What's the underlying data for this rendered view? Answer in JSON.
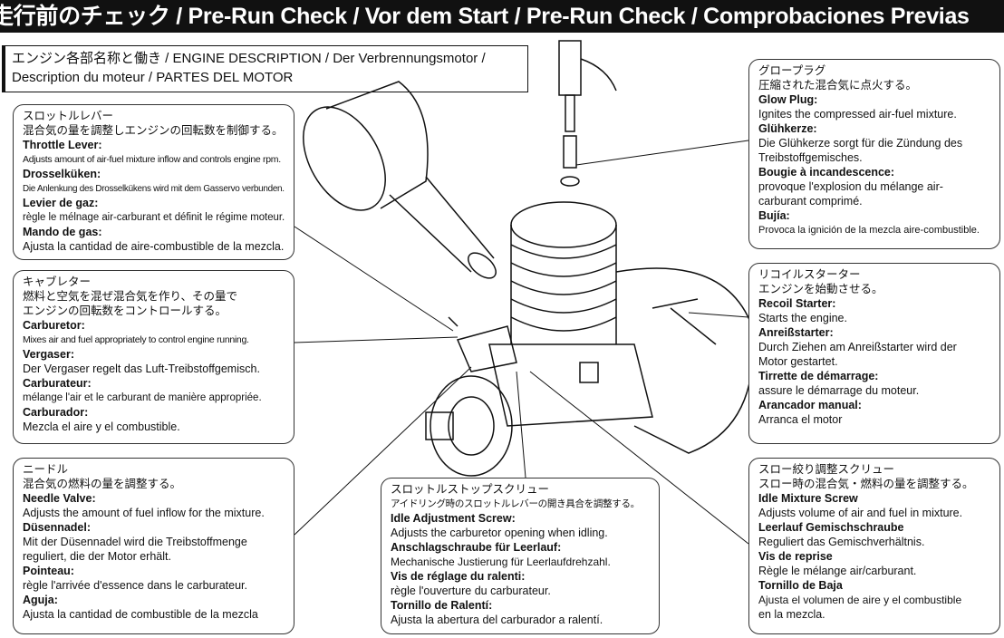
{
  "header": {
    "title": "走行前のチェック / Pre-Run Check / Vor dem Start / Pre-Run Check / Comprobaciones Previas"
  },
  "section": {
    "line1": "エンジン各部名称と働き /  ENGINE DESCRIPTION / Der Verbrennungsmotor /",
    "line2": "Description du moteur / PARTES DEL MOTOR"
  },
  "throttle": {
    "jp_name": "スロットルレバー",
    "jp_desc": "混合気の量を調整しエンジンの回転数を制御する。",
    "en_name": "Throttle Lever:",
    "en_desc": "Adjusts amount of air-fuel mixture inflow and controls engine rpm.",
    "de_name": "Drosselküken:",
    "de_desc": "Die Anlenkung des Drosselkükens wird mit dem Gasservo verbunden.",
    "fr_name": "Levier de gaz:",
    "fr_desc": "règle le mélnage air-carburant et définit le régime moteur.",
    "es_name": "Mando de gas:",
    "es_desc": "Ajusta la cantidad de aire-combustible de la mezcla."
  },
  "carburetor": {
    "jp_name": "キャブレター",
    "jp_desc1": "燃料と空気を混ぜ混合気を作り、その量で",
    "jp_desc2": "エンジンの回転数をコントロールする。",
    "en_name": "Carburetor:",
    "en_desc": "Mixes air and fuel appropriately to control engine running.",
    "de_name": "Vergaser:",
    "de_desc": "Der Vergaser regelt das Luft-Treibstoffgemisch.",
    "fr_name": "Carburateur:",
    "fr_desc": "mélange l'air et le carburant de manière appropriée.",
    "es_name": "Carburador:",
    "es_desc": "Mezcla el aire y el combustible."
  },
  "needle": {
    "jp_name": "ニードル",
    "jp_desc": "混合気の燃料の量を調整する。",
    "en_name": "Needle Valve:",
    "en_desc": "Adjusts the amount of fuel inflow for the mixture.",
    "de_name": "Düsennadel:",
    "de_desc1": "Mit der Düsennadel wird die Treibstoffmenge",
    "de_desc2": "reguliert, die der Motor erhält.",
    "fr_name": "Pointeau:",
    "fr_desc": "règle l'arrivée d'essence dans le carburateur.",
    "es_name": "Aguja:",
    "es_desc": "Ajusta la cantidad de combustible de la mezcla"
  },
  "glow": {
    "jp_name": "グロープラグ",
    "jp_desc": "圧縮された混合気に点火する。",
    "en_name": "Glow Plug:",
    "en_desc": "Ignites the compressed air-fuel mixture.",
    "de_name": "Glühkerze:",
    "de_desc1": "Die Glühkerze sorgt für die Zündung des",
    "de_desc2": "Treibstoffgemisches.",
    "fr_name": "Bougie à incandescence:",
    "fr_desc1": "provoque l'explosion du mélange air-",
    "fr_desc2": "carburant comprimé.",
    "es_name": "Bujía:",
    "es_desc": "Provoca la ignición de la mezcla aire-combustible."
  },
  "recoil": {
    "jp_name": "リコイルスターター",
    "jp_desc": "エンジンを始動させる。",
    "en_name": "Recoil Starter:",
    "en_desc": "Starts the engine.",
    "de_name": "Anreißstarter:",
    "de_desc1": "Durch Ziehen am Anreißstarter wird der",
    "de_desc2": "Motor gestartet.",
    "fr_name": "Tirrette de démarrage:",
    "fr_desc": "assure le démarrage du moteur.",
    "es_name": "Arancador manual:",
    "es_desc": "Arranca el motor"
  },
  "idle_adj": {
    "jp_name": "スロットルストップスクリュー",
    "jp_desc": "アイドリング時のスロットルレバーの開き具合を調整する。",
    "en_name": "Idle Adjustment Screw:",
    "en_desc": "Adjusts the carburetor opening when idling.",
    "de_name": "Anschlagschraube für Leerlauf:",
    "de_desc": "Mechanische Justierung für Leerlaufdrehzahl.",
    "fr_name": "Vis de réglage du ralenti:",
    "fr_desc": "règle l'ouverture du carburateur.",
    "es_name": "Tornillo de Ralentí:",
    "es_desc": "Ajusta la abertura del carburador a ralentí."
  },
  "idle_mix": {
    "jp_name": "スロー絞り調整スクリュー",
    "jp_desc": "スロー時の混合気・燃料の量を調整する。",
    "en_name": "Idle Mixture Screw",
    "en_desc": "Adjusts volume of air and fuel in mixture.",
    "de_name": "Leerlauf Gemischschraube",
    "de_desc": "Reguliert das Gemischverhältnis.",
    "fr_name": "Vis de reprise",
    "fr_desc": "Règle le mélange air/carburant.",
    "es_name": "Tornillo de Baja",
    "es_desc1": "Ajusta el volumen de aire y el combustible",
    "es_desc2": "en la mezcla."
  }
}
